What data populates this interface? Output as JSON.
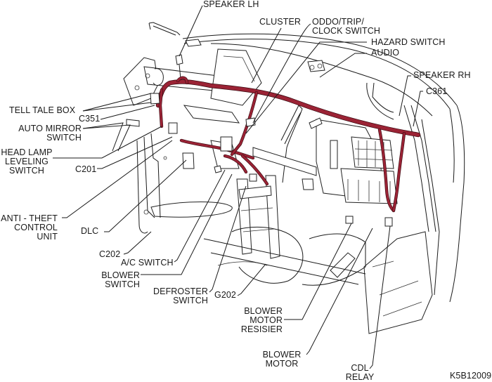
{
  "diagram": {
    "title": "Instrument panel wiring harness component locator",
    "figure_id": "K5B12009",
    "harness_color": "#9b2335",
    "labels": {
      "speaker_lh": "SPEAKER LH",
      "cluster": "CLUSTER",
      "oddo_trip_clock_switch": "ODDO/TRIP/\nCLOCK SWITCH",
      "hazard_switch": "HAZARD SWITCH",
      "audio": "AUDIO",
      "speaker_rh": "SPEAKER RH",
      "c361": "C361",
      "tell_tale_box": "TELL TALE BOX",
      "c351": "C351",
      "auto_mirror_switch": "AUTO MIRROR\nSWITCH",
      "head_lamp_leveling_switch": "HEAD LAMP\nLEVELING\nSWITCH",
      "c201": "C201",
      "anti_theft_control_unit": "ANTI - THEFT\nCONTROL\nUNIT",
      "dlc": "DLC",
      "c202": "C202",
      "ac_switch": "A/C SWITCH",
      "blower_switch": "BLOWER\nSWITCH",
      "defroster_switch": "DEFROSTER\nSWITCH",
      "g202": "G202",
      "blower_motor_resisier": "BLOWER\nMOTOR\nRESISIER",
      "blower_motor": "BLOWER\nMOTOR",
      "cdl_relay": "CDL\nRELAY"
    }
  }
}
